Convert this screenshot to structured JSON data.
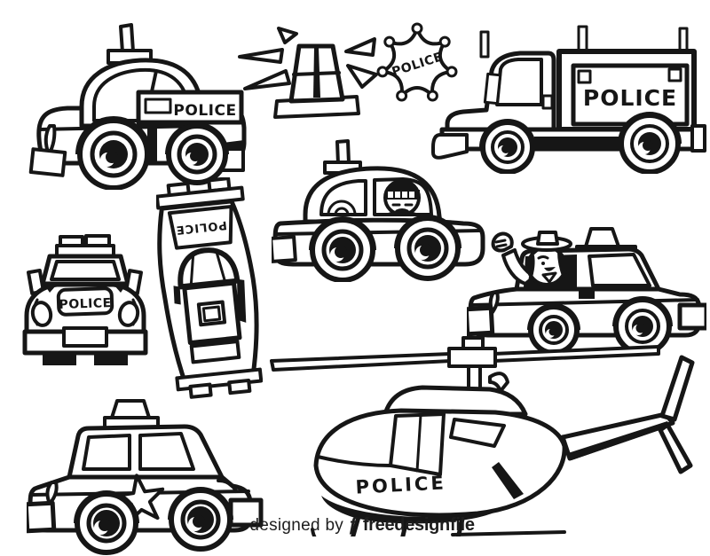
{
  "figure": {
    "kind": "coloring-clipart-set",
    "subject": "cartoon police vehicles, black and white doodles",
    "ink_color": "#161616",
    "paper_color": "#ffffff",
    "items": [
      "police-car-side-view",
      "siren-beacon",
      "sheriff-star-badge",
      "police-box-truck",
      "police-car-with-driver",
      "police-car-top-view",
      "police-car-front-view",
      "police-car-waving-officer",
      "police-car-with-star",
      "police-helicopter"
    ]
  },
  "labels": {
    "car_side": "POLICE",
    "badge": "POLICE",
    "truck": "POLICE",
    "car_top": "POLICE",
    "car_front": "POLICE",
    "helicopter": "POLICE"
  },
  "watermark": {
    "designed_by": "designed by",
    "logo_glyph": "ƒ",
    "brand": "freedesignfile"
  }
}
